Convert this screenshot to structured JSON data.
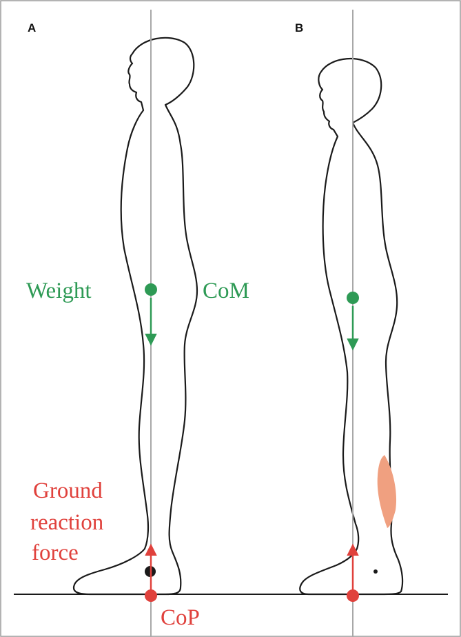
{
  "panels": [
    {
      "letter": "A"
    },
    {
      "letter": "B"
    }
  ],
  "labels": {
    "weight": "Weight",
    "com": "CoM",
    "grf_line1": "Ground",
    "grf_line2": "reaction",
    "grf_line3": "force",
    "cop": "CoP"
  },
  "colors": {
    "weight_com": "#2e9a55",
    "ground_reaction": "#e0413c",
    "muscle": "#f0a080",
    "plumb_line": "#a8a8a8",
    "outline": "#1a1a1a"
  }
}
